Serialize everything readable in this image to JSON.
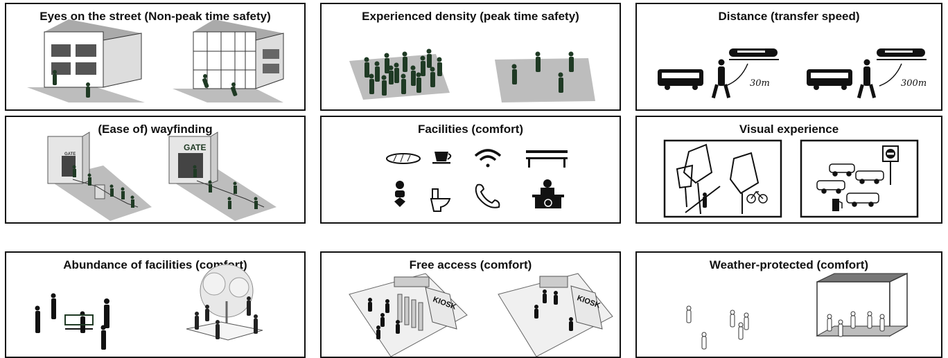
{
  "panels": {
    "eyes": {
      "title": "Eyes on the street (Non-peak time safety)"
    },
    "density": {
      "title": "Experienced density (peak time safety)"
    },
    "distance": {
      "title": "Distance (transfer speed)",
      "label_near": "30m",
      "label_far": "300m"
    },
    "wayfinding": {
      "title": "(Ease of) wayfinding",
      "gate_small": "GATE",
      "gate_large": "GATE"
    },
    "facilities": {
      "title": "Facilities (comfort)"
    },
    "visual": {
      "title": "Visual experience"
    },
    "abundance": {
      "title": "Abundance of facilities (comfort)"
    },
    "free_access": {
      "title": "Free access (comfort)",
      "kiosk_a": "KIOSK",
      "kiosk_b": "KIOSK"
    },
    "weather": {
      "title": "Weather-protected (comfort)"
    }
  },
  "facility_icons": [
    "bread-icon",
    "coffee-cup-icon",
    "wifi-icon",
    "bench-icon",
    "baby-care-icon",
    "toilet-icon",
    "telephone-icon",
    "info-desk-icon"
  ],
  "colors": {
    "figure_green": "#1f3a24",
    "ground_gray": "#bdbdbd",
    "border": "#111111"
  }
}
